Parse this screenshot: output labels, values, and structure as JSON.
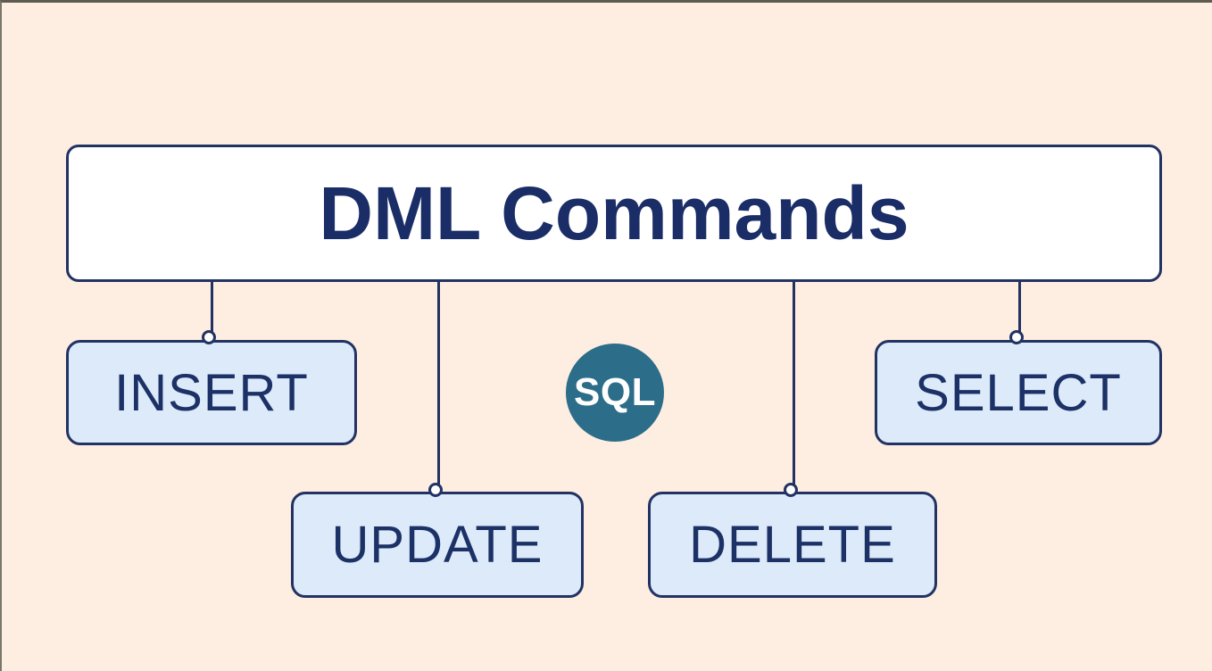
{
  "diagram": {
    "title": "DML Commands",
    "badge_label": "SQL",
    "nodes": [
      {
        "id": "insert",
        "label": "INSERT"
      },
      {
        "id": "update",
        "label": "UPDATE"
      },
      {
        "id": "delete",
        "label": "DELETE"
      },
      {
        "id": "select",
        "label": "SELECT"
      }
    ],
    "colors": {
      "background": "#fdeee1",
      "root_fill": "#ffffff",
      "node_fill": "#ddeafa",
      "outline_navy": "#223263",
      "title_text": "#1a2d66",
      "node_text": "#1c3166",
      "badge_teal": "#2c6d89",
      "badge_text": "#ffffff"
    }
  }
}
